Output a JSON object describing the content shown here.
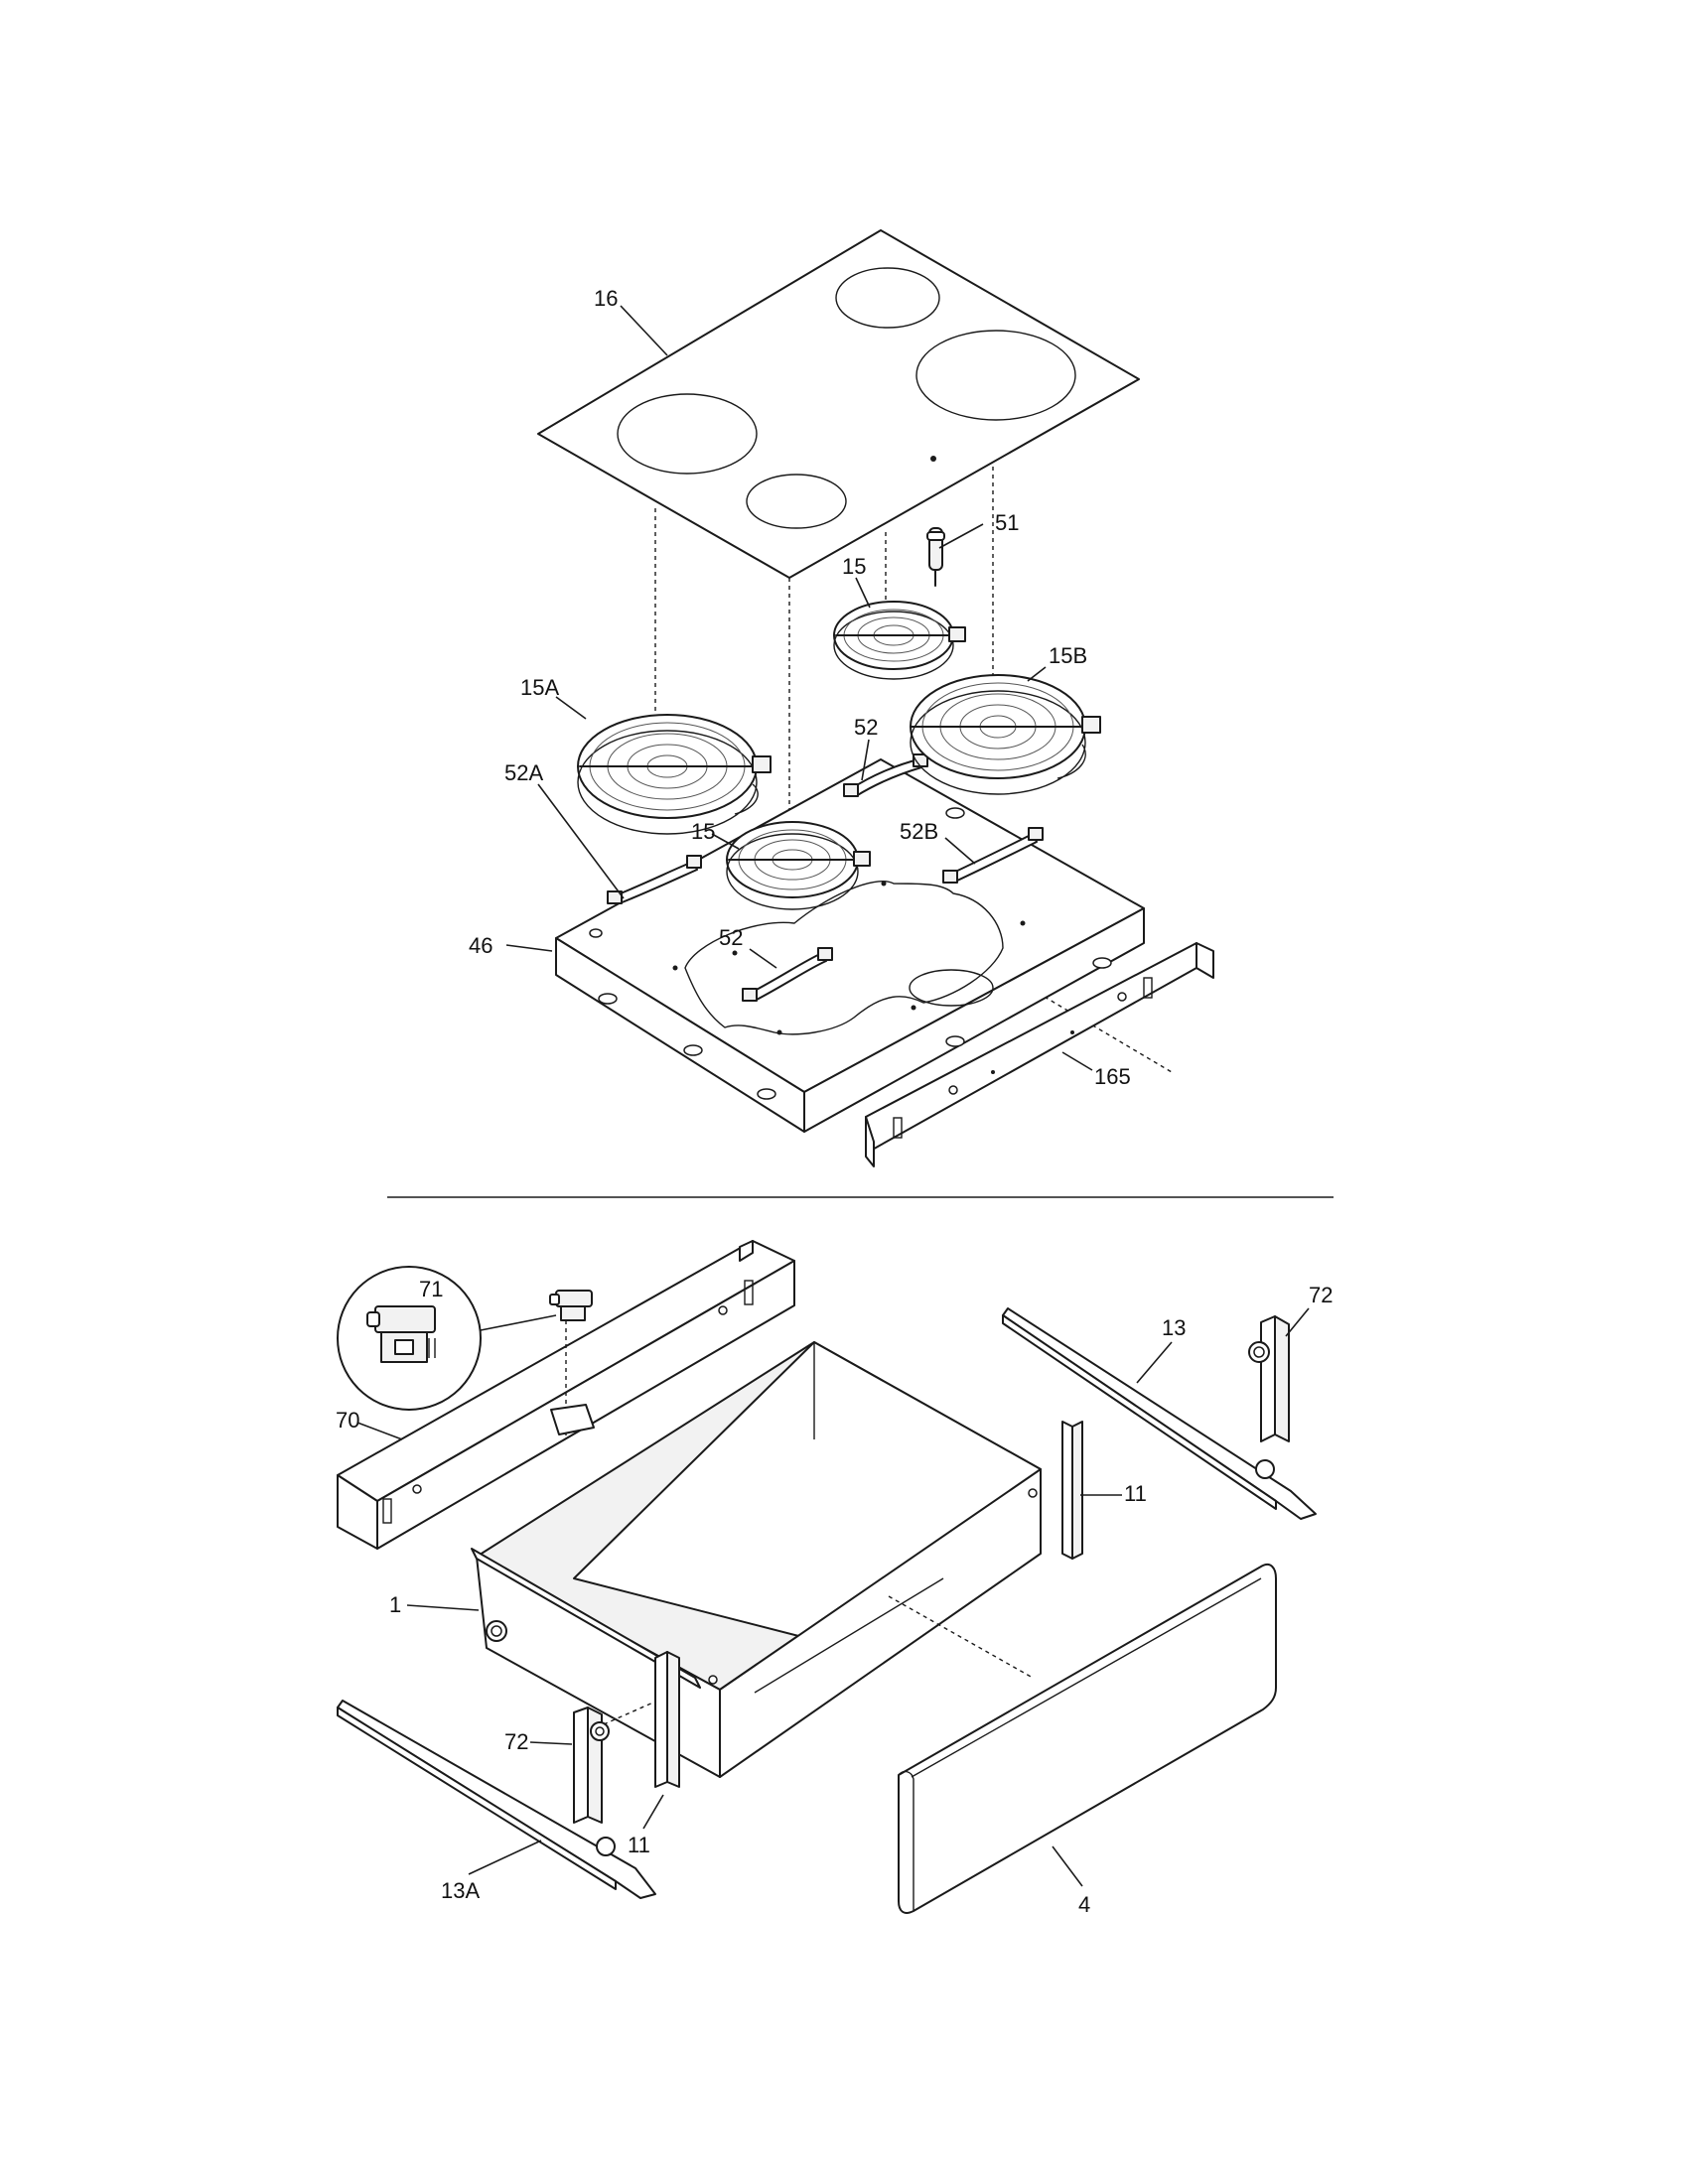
{
  "callouts": {
    "c16": "16",
    "c51": "51",
    "c15_rear": "15",
    "c15B": "15B",
    "c15A": "15A",
    "c52_rear": "52",
    "c52A": "52A",
    "c15_front": "15",
    "c52B": "52B",
    "c46": "46",
    "c52_front": "52",
    "c165": "165",
    "c71": "71",
    "c70": "70",
    "c13": "13",
    "c72_right": "72",
    "c11_right": "11",
    "c1": "1",
    "c72_left": "72",
    "c11_left": "11",
    "c13A": "13A",
    "c4": "4"
  },
  "parts": [
    {
      "id": "16",
      "name": "cooktop-glass"
    },
    {
      "id": "51",
      "name": "sensor"
    },
    {
      "id": "15",
      "name": "surface-element-small"
    },
    {
      "id": "15A",
      "name": "surface-element-large-left"
    },
    {
      "id": "15B",
      "name": "surface-element-large-right"
    },
    {
      "id": "52",
      "name": "element-bracket"
    },
    {
      "id": "52A",
      "name": "element-bracket-a"
    },
    {
      "id": "52B",
      "name": "element-bracket-b"
    },
    {
      "id": "46",
      "name": "burner-box"
    },
    {
      "id": "165",
      "name": "front-rail-bracket"
    },
    {
      "id": "71",
      "name": "drawer-latch"
    },
    {
      "id": "70",
      "name": "drawer-front-rail"
    },
    {
      "id": "13",
      "name": "drawer-slide-right"
    },
    {
      "id": "13A",
      "name": "drawer-slide-left"
    },
    {
      "id": "72",
      "name": "slide-bracket"
    },
    {
      "id": "11",
      "name": "drawer-side-bracket"
    },
    {
      "id": "1",
      "name": "drawer-body"
    },
    {
      "id": "4",
      "name": "drawer-front-panel"
    }
  ],
  "colors": {
    "line": "#1a1a1a",
    "background": "#ffffff"
  }
}
